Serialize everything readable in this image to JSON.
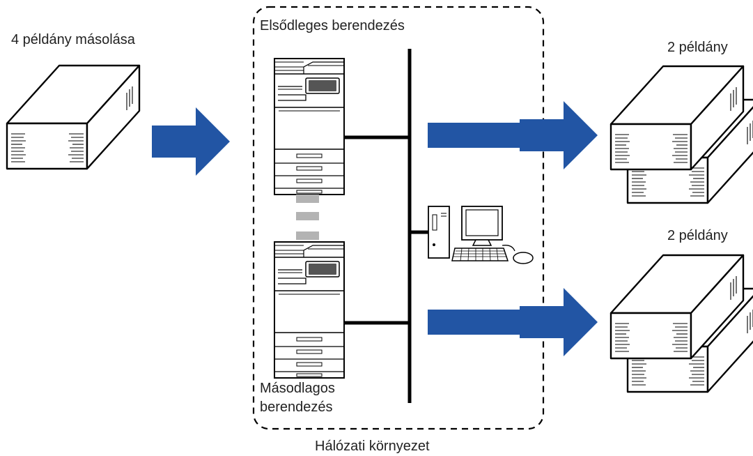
{
  "source": {
    "label": "4 példány másolása"
  },
  "network": {
    "primary_label": "Elsődleges berendezés",
    "secondary_label_line1": "Másodlagos",
    "secondary_label_line2": "berendezés",
    "caption": "Hálózati környezet"
  },
  "outputs": [
    {
      "label": "2 példány"
    },
    {
      "label": "2 példány"
    }
  ],
  "colors": {
    "arrow": "#2255a4",
    "line": "#000000",
    "connector": "#b3b3b3"
  },
  "icons": [
    "paper-stack-icon",
    "copier-icon",
    "computer-icon",
    "arrow-right-icon"
  ]
}
